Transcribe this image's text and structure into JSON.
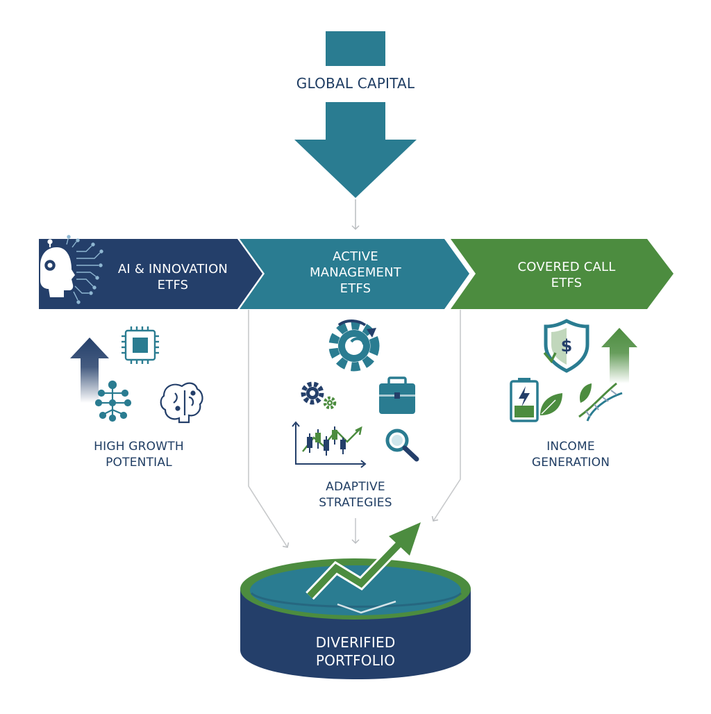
{
  "source": {
    "label": "GLOBAL CAPITAL"
  },
  "stages": [
    {
      "id": "ai",
      "lines": [
        "AI & INNOVATION",
        "ETFS"
      ],
      "color": "#243f6a",
      "benefit": [
        "HIGH GROWTH",
        "POTENTIAL"
      ],
      "icons": [
        "robot-head-icon",
        "circuit-chip-icon",
        "network-nodes-icon",
        "brain-icon",
        "growth-arrow-icon"
      ]
    },
    {
      "id": "active",
      "lines": [
        "ACTIVE",
        "MANAGEMENT",
        "ETFS"
      ],
      "color": "#2a7c91",
      "benefit": [
        "ADAPTIVE",
        "STRATEGIES"
      ],
      "icons": [
        "gear-large-icon",
        "gears-small-icon",
        "briefcase-icon",
        "candlestick-chart-icon",
        "magnifier-icon"
      ]
    },
    {
      "id": "covered",
      "lines": [
        "COVERED CALL",
        "ETFS"
      ],
      "color": "#4c8c3f",
      "benefit": [
        "INCOME",
        "GENERATION"
      ],
      "icons": [
        "shield-dollar-icon",
        "battery-icon",
        "leaf-icon",
        "dna-icon",
        "up-arrow-icon"
      ]
    }
  ],
  "destination": {
    "lines": [
      "DIVERIFIED",
      "PORTFOLIO"
    ]
  },
  "colors": {
    "navy": "#243f6a",
    "teal": "#2a7c91",
    "green": "#4c8c3f",
    "connector": "#c7c9cb"
  }
}
